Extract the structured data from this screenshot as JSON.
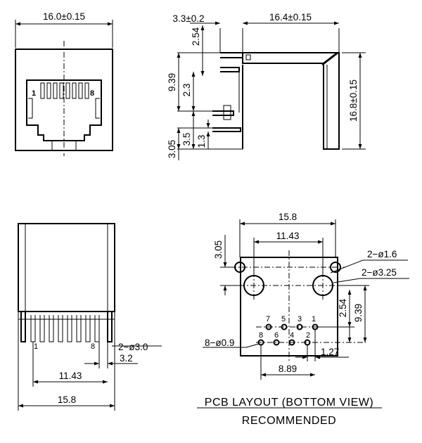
{
  "front_view": {
    "width_dim": "16.0±0.15",
    "pin_1": "1",
    "pin_8": "8"
  },
  "side_view": {
    "dim_top_offset": "3.3±0.2",
    "dim_length": "16.4±0.15",
    "dim_pitch": "2.54",
    "dim_9_39": "9.39",
    "dim_2_3": "2.3",
    "dim_height": "16.8±0.15",
    "dim_3_05": "3.05",
    "dim_3_5": "3.5",
    "dim_1_3": "1.3"
  },
  "bottom_view": {
    "pin_1": "1",
    "pin_8": "8",
    "hole_label": "2−ø3.0",
    "dim_3_2": "3.2",
    "dim_11_43": "11.43",
    "dim_15_8": "15.8"
  },
  "pcb_layout": {
    "dim_15_8": "15.8",
    "dim_11_43": "11.43",
    "dim_3_05": "3.05",
    "dim_2_54": "2.54",
    "dim_9_39": "9.39",
    "dim_1_27": "1.27",
    "dim_8_89": "8.89",
    "small_hole_label": "2−ø1.6",
    "large_hole_label": "2−ø3.25",
    "pin_hole_label": "8−ø0.9",
    "pin_labels_top": [
      "7",
      "5",
      "3",
      "1"
    ],
    "pin_labels_bottom": [
      "8",
      "6",
      "4",
      "2"
    ]
  },
  "caption": {
    "title": "PCB LAYOUT (BOTTOM VIEW)",
    "subtitle": "RECOMMENDED"
  }
}
